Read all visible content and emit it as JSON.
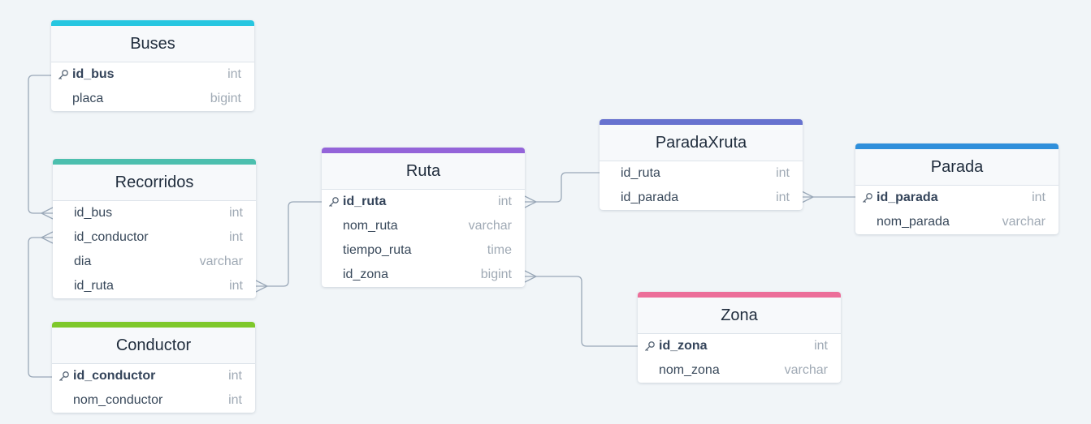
{
  "colors": {
    "buses": "#27c6e0",
    "recorridos": "#4cbfae",
    "conductor": "#7ec82a",
    "ruta": "#9464d9",
    "paradaxruta": "#6772cf",
    "parada": "#2f8fdb",
    "zona": "#ec6e99",
    "link": "#9aa8b8"
  },
  "tables": {
    "buses": {
      "title": "Buses",
      "fields": [
        {
          "name": "id_bus",
          "type": "int",
          "pk": true
        },
        {
          "name": "placa",
          "type": "bigint",
          "pk": false
        }
      ]
    },
    "recorridos": {
      "title": "Recorridos",
      "fields": [
        {
          "name": "id_bus",
          "type": "int",
          "pk": false
        },
        {
          "name": "id_conductor",
          "type": "int",
          "pk": false
        },
        {
          "name": "dia",
          "type": "varchar",
          "pk": false
        },
        {
          "name": "id_ruta",
          "type": "int",
          "pk": false
        }
      ]
    },
    "conductor": {
      "title": "Conductor",
      "fields": [
        {
          "name": "id_conductor",
          "type": "int",
          "pk": true
        },
        {
          "name": "nom_conductor",
          "type": "int",
          "pk": false
        }
      ]
    },
    "ruta": {
      "title": "Ruta",
      "fields": [
        {
          "name": "id_ruta",
          "type": "int",
          "pk": true
        },
        {
          "name": "nom_ruta",
          "type": "varchar",
          "pk": false
        },
        {
          "name": "tiempo_ruta",
          "type": "time",
          "pk": false
        },
        {
          "name": "id_zona",
          "type": "bigint",
          "pk": false
        }
      ]
    },
    "paradaxruta": {
      "title": "ParadaXruta",
      "fields": [
        {
          "name": "id_ruta",
          "type": "int",
          "pk": false
        },
        {
          "name": "id_parada",
          "type": "int",
          "pk": false
        }
      ]
    },
    "parada": {
      "title": "Parada",
      "fields": [
        {
          "name": "id_parada",
          "type": "int",
          "pk": true
        },
        {
          "name": "nom_parada",
          "type": "varchar",
          "pk": false
        }
      ]
    },
    "zona": {
      "title": "Zona",
      "fields": [
        {
          "name": "id_zona",
          "type": "int",
          "pk": true
        },
        {
          "name": "nom_zona",
          "type": "varchar",
          "pk": false
        }
      ]
    }
  },
  "relations": [
    {
      "from": "buses.id_bus",
      "to": "recorridos.id_bus",
      "cardinality": "one-to-many"
    },
    {
      "from": "conductor.id_conductor",
      "to": "recorridos.id_conductor",
      "cardinality": "one-to-many"
    },
    {
      "from": "ruta.id_ruta",
      "to": "recorridos.id_ruta",
      "cardinality": "one-to-many"
    },
    {
      "from": "ruta.id_ruta",
      "to": "paradaxruta.id_ruta",
      "cardinality": "one-to-many"
    },
    {
      "from": "parada.id_parada",
      "to": "paradaxruta.id_parada",
      "cardinality": "one-to-many"
    },
    {
      "from": "zona.id_zona",
      "to": "ruta.id_zona",
      "cardinality": "one-to-many"
    }
  ]
}
